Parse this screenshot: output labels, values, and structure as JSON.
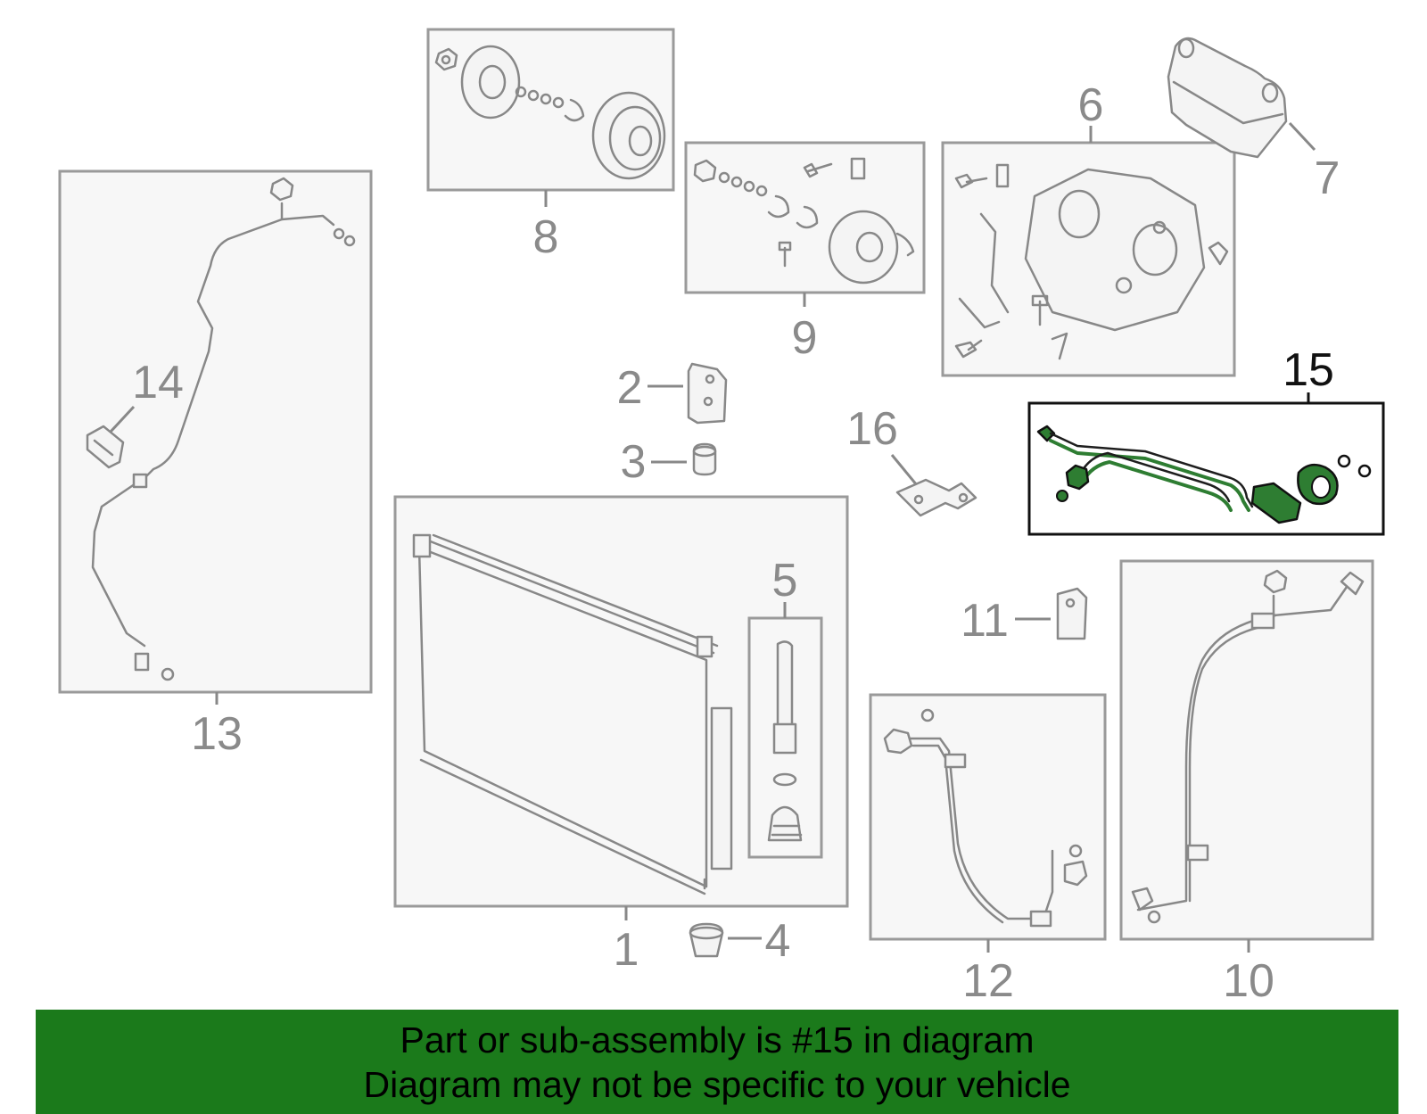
{
  "colors": {
    "highlight": "#2e7d32",
    "banner": "#1b7a1b",
    "callout": "#8a8a8a",
    "callout_highlight": "#111111"
  },
  "callouts": {
    "c1": "1",
    "c2": "2",
    "c3": "3",
    "c4": "4",
    "c5": "5",
    "c6": "6",
    "c7": "7",
    "c8": "8",
    "c9": "9",
    "c10": "10",
    "c11": "11",
    "c12": "12",
    "c13": "13",
    "c14": "14",
    "c15": "15",
    "c16": "16"
  },
  "highlighted_part": "15",
  "banner": {
    "line1": "Part or sub-assembly is #15 in diagram",
    "line2": "Diagram may not be specific to your vehicle"
  }
}
